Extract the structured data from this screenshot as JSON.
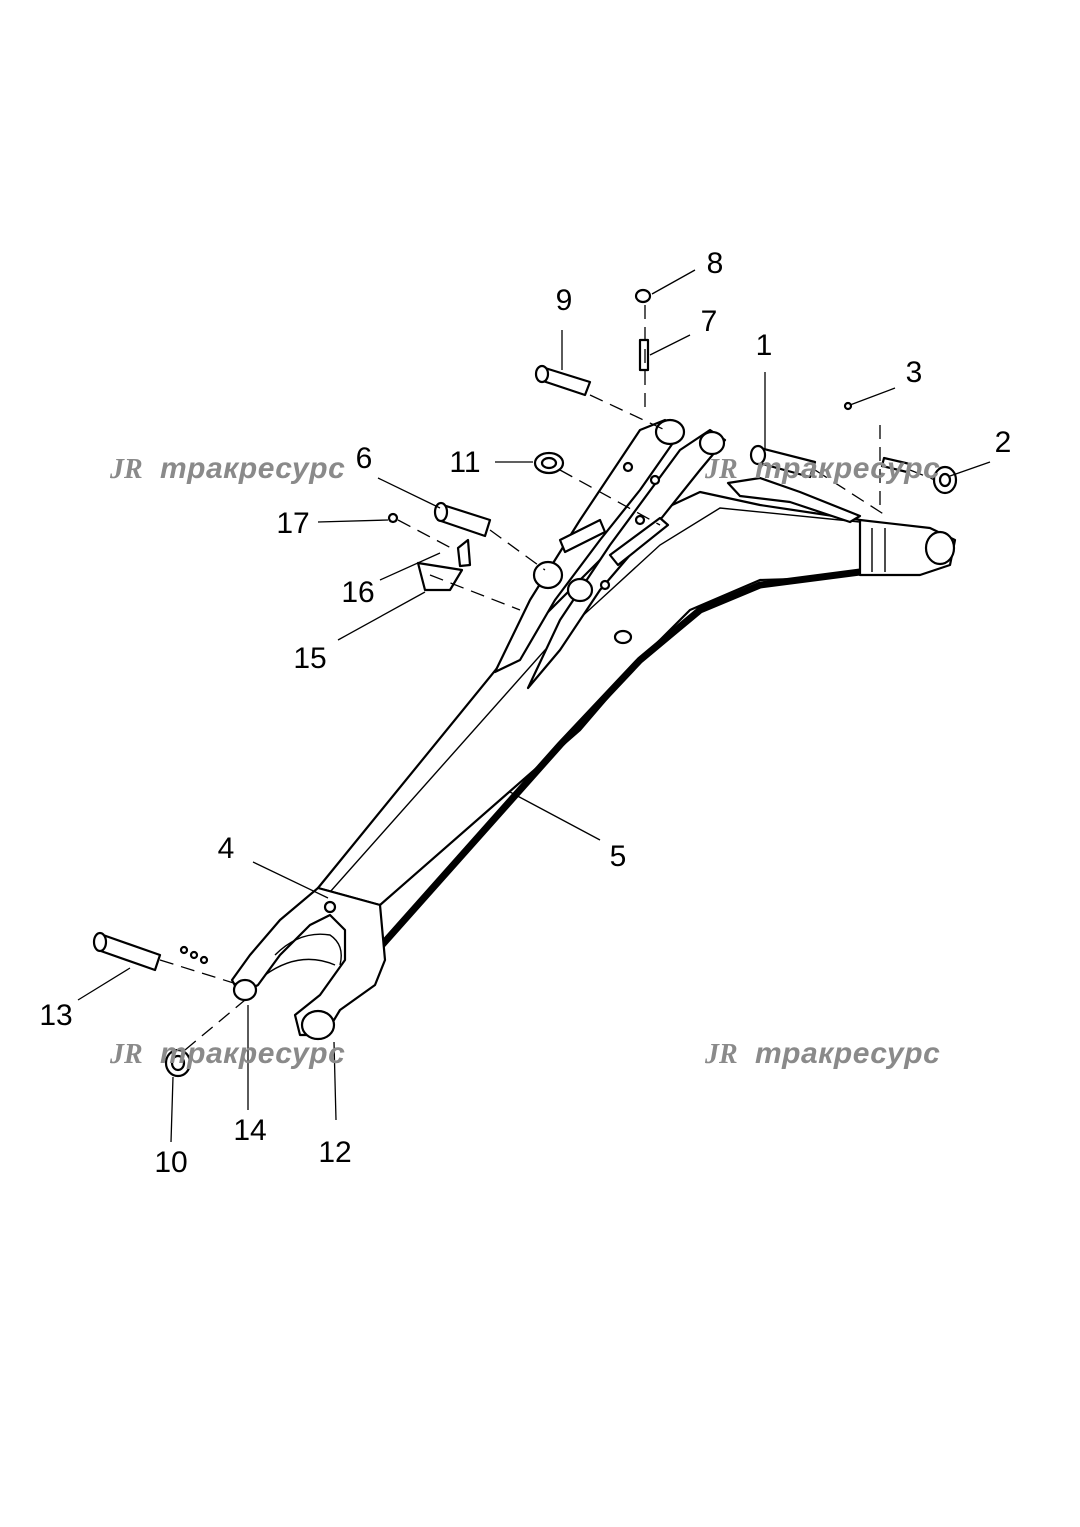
{
  "watermark": {
    "brand_text": "тракресурс",
    "logo_letters": "ЈR"
  },
  "callouts": [
    {
      "id": "1",
      "label": "1"
    },
    {
      "id": "2",
      "label": "2"
    },
    {
      "id": "3",
      "label": "3"
    },
    {
      "id": "4",
      "label": "4"
    },
    {
      "id": "5",
      "label": "5"
    },
    {
      "id": "6",
      "label": "6"
    },
    {
      "id": "7",
      "label": "7"
    },
    {
      "id": "8",
      "label": "8"
    },
    {
      "id": "9",
      "label": "9"
    },
    {
      "id": "10",
      "label": "10"
    },
    {
      "id": "11",
      "label": "11"
    },
    {
      "id": "12",
      "label": "12"
    },
    {
      "id": "13",
      "label": "13"
    },
    {
      "id": "14",
      "label": "14"
    },
    {
      "id": "15",
      "label": "15"
    },
    {
      "id": "16",
      "label": "16"
    },
    {
      "id": "17",
      "label": "17"
    }
  ],
  "colors": {
    "line": "#000000",
    "watermark": "#8a8a8a",
    "background": "#ffffff"
  }
}
